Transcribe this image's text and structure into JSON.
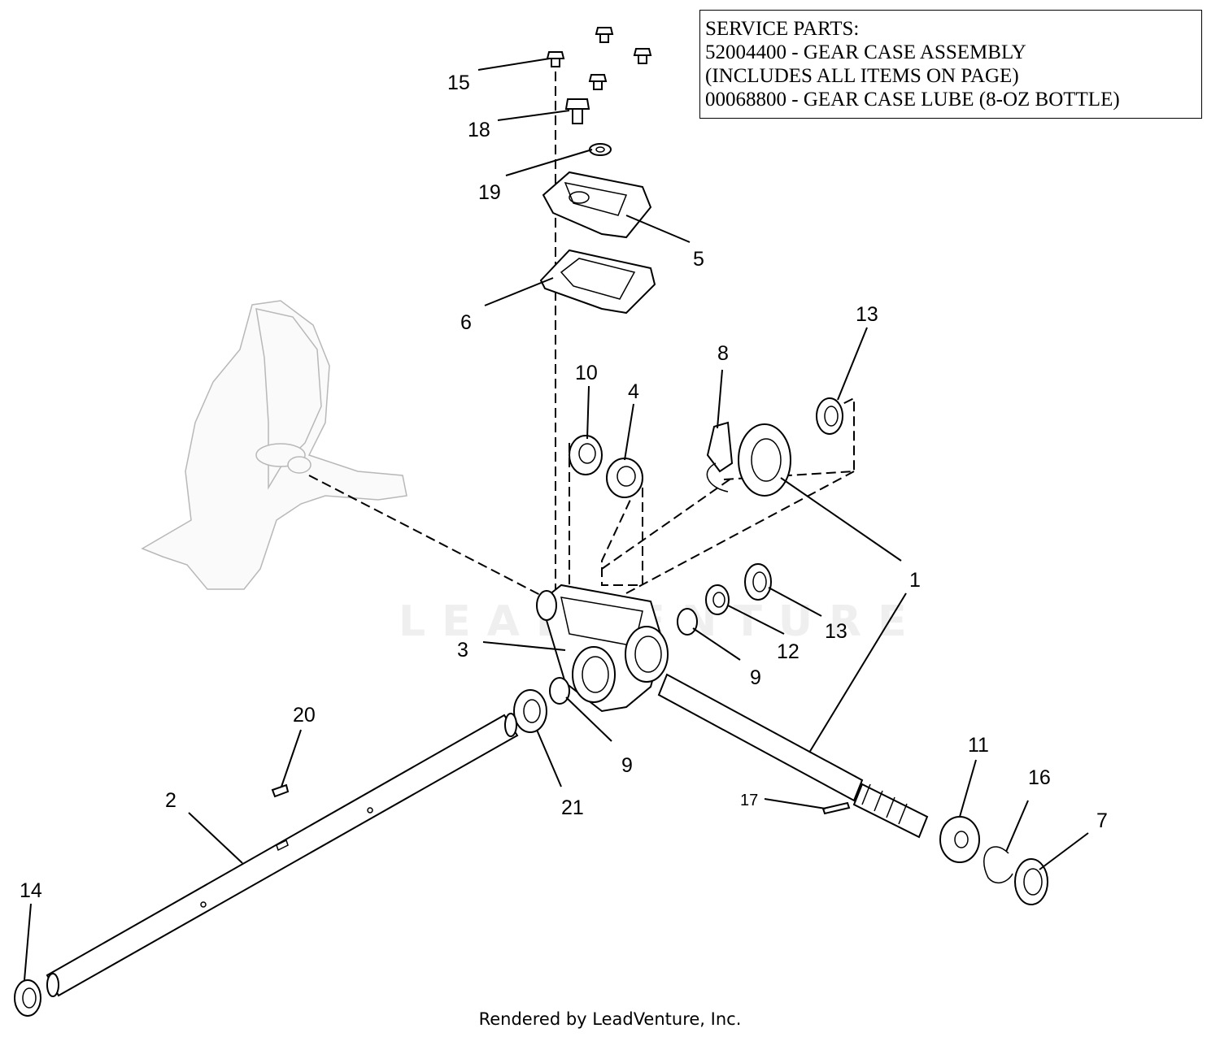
{
  "service_parts": {
    "heading": "SERVICE PARTS:",
    "line1": "52004400 - GEAR CASE ASSEMBLY",
    "line2": "(INCLUDES ALL ITEMS ON PAGE)",
    "line3": "00068800 - GEAR CASE LUBE (8-OZ BOTTLE)"
  },
  "watermark": "LEADVENTURE",
  "footer": "Rendered by LeadVenture, Inc.",
  "callouts": [
    {
      "label": "15"
    },
    {
      "label": "18"
    },
    {
      "label": "19"
    },
    {
      "label": "5"
    },
    {
      "label": "6"
    },
    {
      "label": "13"
    },
    {
      "label": "8"
    },
    {
      "label": "10"
    },
    {
      "label": "4"
    },
    {
      "label": "1"
    },
    {
      "label": "3"
    },
    {
      "label": "13"
    },
    {
      "label": "12"
    },
    {
      "label": "9"
    },
    {
      "label": "20"
    },
    {
      "label": "9"
    },
    {
      "label": "11"
    },
    {
      "label": "16"
    },
    {
      "label": "2"
    },
    {
      "label": "21"
    },
    {
      "label": "17"
    },
    {
      "label": "7"
    },
    {
      "label": "14"
    }
  ]
}
